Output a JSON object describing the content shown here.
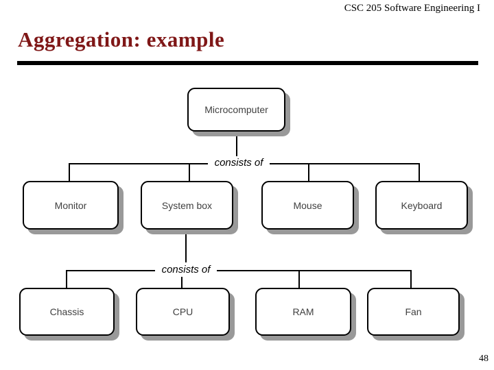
{
  "slide": {
    "header_text": "CSC 205 Software Engineering I",
    "title": "Aggregation: example",
    "title_color": "#7f1717",
    "page_number": "48"
  },
  "diagram": {
    "relation_label": "consists of",
    "root": {
      "label": "Microcomputer"
    },
    "level2": [
      {
        "label": "Monitor"
      },
      {
        "label": "System box"
      },
      {
        "label": "Mouse"
      },
      {
        "label": "Keyboard"
      }
    ],
    "level3": [
      {
        "label": "Chassis"
      },
      {
        "label": "CPU"
      },
      {
        "label": "RAM"
      },
      {
        "label": "Fan"
      }
    ],
    "colors": {
      "box_fill": "#ffffff",
      "box_border": "#000000",
      "box_shadow": "#999999",
      "box_label_text": "#3f3f3f",
      "connector_line": "#000000"
    }
  }
}
